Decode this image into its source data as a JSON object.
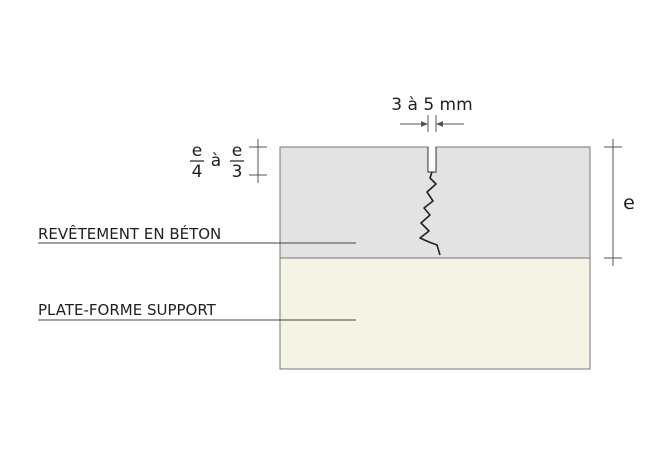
{
  "joint_width_label": "3 à 5 mm",
  "depth_label": {
    "left_numerator": "e",
    "left_denominator": "4",
    "connector": "à",
    "right_numerator": "e",
    "right_denominator": "3"
  },
  "thickness_label": "e",
  "layers": {
    "top_label": "REVÊTEMENT EN BÉTON",
    "bottom_label": "PLATE-FORME SUPPORT"
  },
  "colors": {
    "concrete": "#e3e3e3",
    "support": "#f4f3e4",
    "line": "#555555"
  }
}
